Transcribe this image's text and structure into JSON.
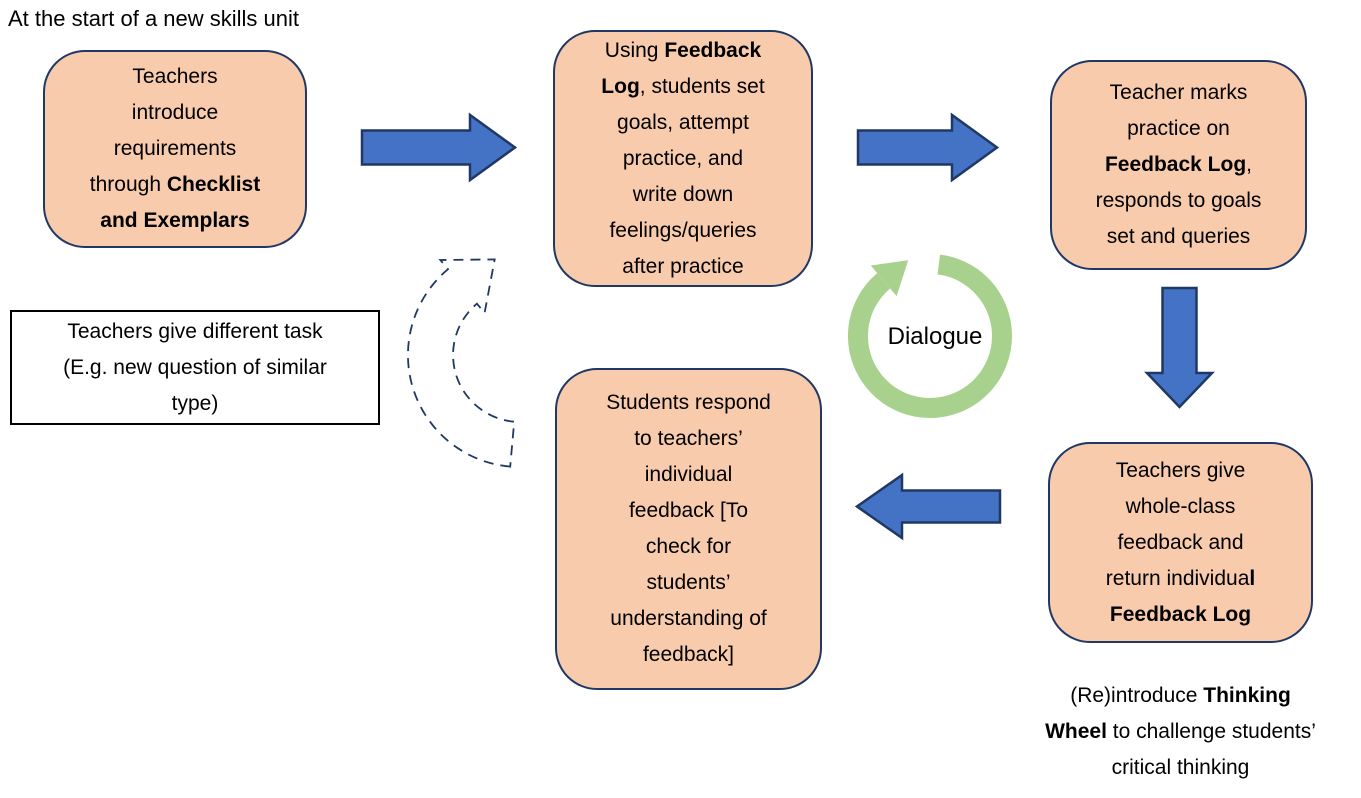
{
  "header": {
    "text": "At the start of a new skills unit"
  },
  "colors": {
    "box_fill": "#F8CBAD",
    "box_border": "#1F3864",
    "arrow_fill": "#4472C4",
    "arrow_border": "#1F3864",
    "dialogue_green": "#A9D18E",
    "dashed_arrow_stroke": "#1F3864",
    "note_border": "#000000"
  },
  "flow_boxes": {
    "introduce": {
      "lines": [
        [
          {
            "t": "Teachers"
          }
        ],
        [
          {
            "t": "introduce"
          }
        ],
        [
          {
            "t": "requirements"
          }
        ],
        [
          {
            "t": "through "
          },
          {
            "t": "Checklist",
            "b": true
          }
        ],
        [
          {
            "t": "and Exemplars",
            "b": true
          }
        ]
      ]
    },
    "practice": {
      "lines": [
        [
          {
            "t": "Using "
          },
          {
            "t": "Feedback",
            "b": true
          }
        ],
        [
          {
            "t": "Log",
            "b": true
          },
          {
            "t": ", students set"
          }
        ],
        [
          {
            "t": "goals, attempt"
          }
        ],
        [
          {
            "t": "practice, and"
          }
        ],
        [
          {
            "t": "write down"
          }
        ],
        [
          {
            "t": "feelings/queries"
          }
        ],
        [
          {
            "t": "after practice"
          }
        ]
      ]
    },
    "marking": {
      "lines": [
        [
          {
            "t": "Teacher marks"
          }
        ],
        [
          {
            "t": "practice on"
          }
        ],
        [
          {
            "t": "Feedback Log",
            "b": true
          },
          {
            "t": ","
          }
        ],
        [
          {
            "t": "responds to goals"
          }
        ],
        [
          {
            "t": "set and queries"
          }
        ]
      ]
    },
    "wholeclass": {
      "lines": [
        [
          {
            "t": "Teachers give"
          }
        ],
        [
          {
            "t": "whole-class"
          }
        ],
        [
          {
            "t": "feedback and"
          }
        ],
        [
          {
            "t": "return individua"
          },
          {
            "t": "l",
            "b": true
          }
        ],
        [
          {
            "t": "Feedback Log",
            "b": true
          }
        ]
      ]
    },
    "respond": {
      "lines": [
        [
          {
            "t": "Students respond"
          }
        ],
        [
          {
            "t": "to teachers’"
          }
        ],
        [
          {
            "t": "individual"
          }
        ],
        [
          {
            "t": "feedback [To"
          }
        ],
        [
          {
            "t": "check for"
          }
        ],
        [
          {
            "t": "students’"
          }
        ],
        [
          {
            "t": "understanding of"
          }
        ],
        [
          {
            "t": "feedback]"
          }
        ]
      ]
    }
  },
  "note_box": {
    "lines": [
      [
        {
          "t": "Teachers give different task"
        }
      ],
      [
        {
          "t": "(E.g. new question of similar"
        }
      ],
      [
        {
          "t": "type)"
        }
      ]
    ]
  },
  "dialogue": {
    "label": "Dialogue"
  },
  "caption": {
    "lines": [
      [
        {
          "t": "(Re)introduce "
        },
        {
          "t": "Thinking",
          "b": true
        }
      ],
      [
        {
          "t": "Wheel",
          "b": true
        },
        {
          "t": " to challenge students’"
        }
      ],
      [
        {
          "t": "critical thinking"
        }
      ]
    ]
  }
}
